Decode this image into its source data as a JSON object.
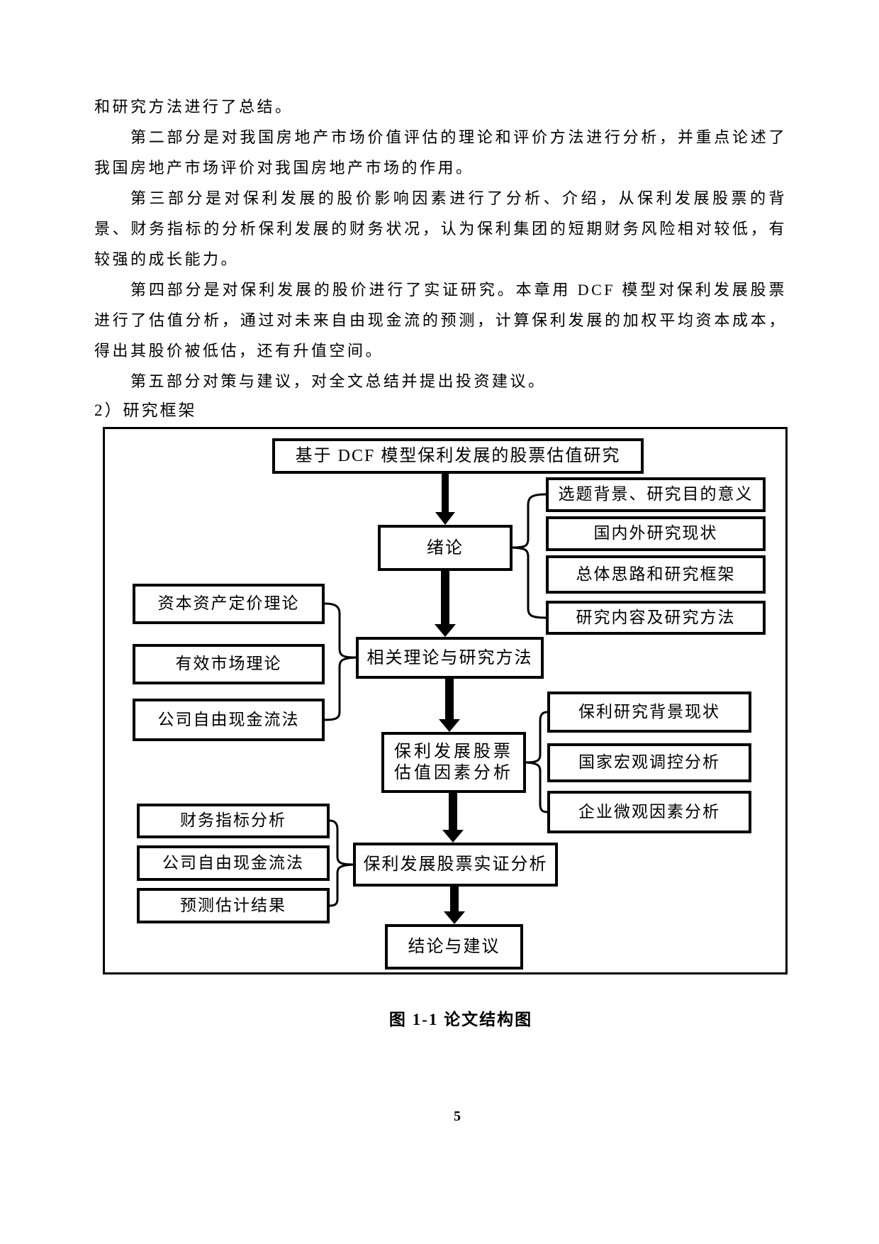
{
  "paragraphs": [
    {
      "text": "和研究方法进行了总结。"
    },
    {
      "text": "第二部分是对我国房地产市场价值评估的理论和评价方法进行分析，并重点论述了我国房地产市场评价对我国房地产市场的作用。"
    },
    {
      "text": "第三部分是对保利发展的股价影响因素进行了分析、介绍，从保利发展股票的背景、财务指标的分析保利发展的财务状况，认为保利集团的短期财务风险相对较低，有较强的成长能力。"
    },
    {
      "text": "第四部分是对保利发展的股价进行了实证研究。本章用 DCF 模型对保利发展股票进行了估值分析，通过对未来自由现金流的预测，计算保利发展的加权平均资本成本，得出其股价被低估，还有升值空间。"
    },
    {
      "text": "第五部分对策与建议，对全文总结并提出投资建议。"
    }
  ],
  "section_heading": "2）研究框架",
  "figure": {
    "caption": "图 1-1  论文结构图",
    "nodes": {
      "title": "基于 DCF 模型保利发展的股票估值研究",
      "intro": "绪论",
      "intro_children": [
        "选题背景、研究目的意义",
        "国内外研究现状",
        "总体思路和研究框架",
        "研究内容及研究方法"
      ],
      "theory": "相关理论与研究方法",
      "theory_children": [
        "资本资产定价理论",
        "有效市场理论",
        "公司自由现金流法"
      ],
      "valuation_lines": [
        "保利发展股票",
        "估值因素分析"
      ],
      "valuation_children": [
        "保利研究背景现状",
        "国家宏观调控分析",
        "企业微观因素分析"
      ],
      "empirical": "保利发展股票实证分析",
      "empirical_children": [
        "财务指标分析",
        "公司自由现金流法",
        "预测估计结果"
      ],
      "conclusion": "结论与建议"
    }
  },
  "page": {
    "number": "5"
  }
}
